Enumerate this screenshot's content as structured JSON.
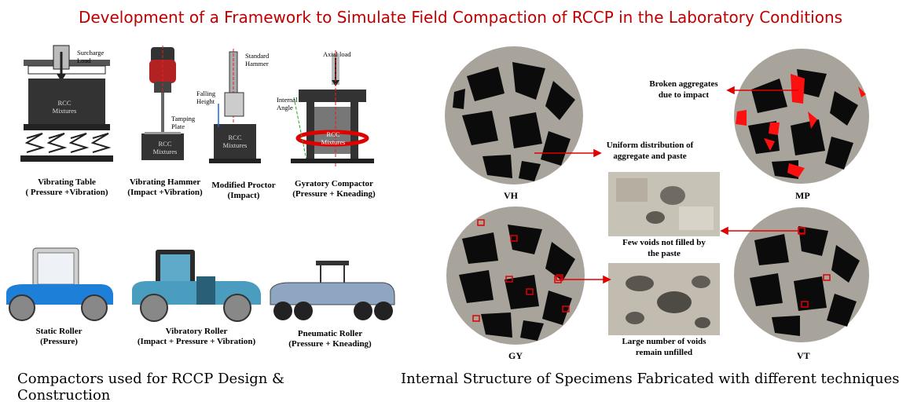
{
  "title": "Development of a Framework to Simulate Field Compaction of RCCP in the Laboratory Conditions",
  "left_section_caption": "Compactors used for RCCP Design & Construction",
  "right_section_caption": "Internal Structure of Specimens Fabricated with different techniques",
  "lab_compactors": [
    {
      "name": "Vibrating Table",
      "mode": "( Pressure +Vibration)",
      "mix_label": "RCC\nMixtures",
      "load_label": "Surcharge\nLoad"
    },
    {
      "name": "Vibrating Hammer",
      "mode": "(Impact +Vibration)",
      "mix_label": "RCC\nMixtures",
      "plate_label": "Tamping\nPlate"
    },
    {
      "name": "Modified Proctor",
      "mode": "(Impact)",
      "mix_label": "RCC\nMixtures",
      "hammer_label": "Standard\nHammer",
      "height_label": "Falling\nHeight"
    },
    {
      "name": "Gyratory Compactor",
      "mode": "(Pressure + Kneading)",
      "mix_label": "RCC\nMixtures",
      "load_label": "Axial load",
      "angle_label": "Internal\nAngle"
    }
  ],
  "field_rollers": [
    {
      "name": "Static Roller",
      "mode": "(Pressure)"
    },
    {
      "name": "Vibratory Roller",
      "mode": "(Impact + Pressure + Vibration)"
    },
    {
      "name": "Pneumatic Roller",
      "mode": "(Pressure + Kneading)"
    }
  ],
  "specimens": {
    "vh": "VH",
    "mp": "MP",
    "gy": "GY",
    "vt": "VT"
  },
  "annotations": {
    "uniform": "Uniform distribution of\naggregate and paste",
    "broken": "Broken aggregates\ndue to impact",
    "few_voids": "Few voids not filled by\nthe paste",
    "many_voids": "Large number of voids\nremain unfilled"
  },
  "colors": {
    "title": "#c00000",
    "arrow": "#e00000",
    "aggregate": "#0b0b0b",
    "paste": "#a8a49b",
    "broken": "#ff1010"
  }
}
